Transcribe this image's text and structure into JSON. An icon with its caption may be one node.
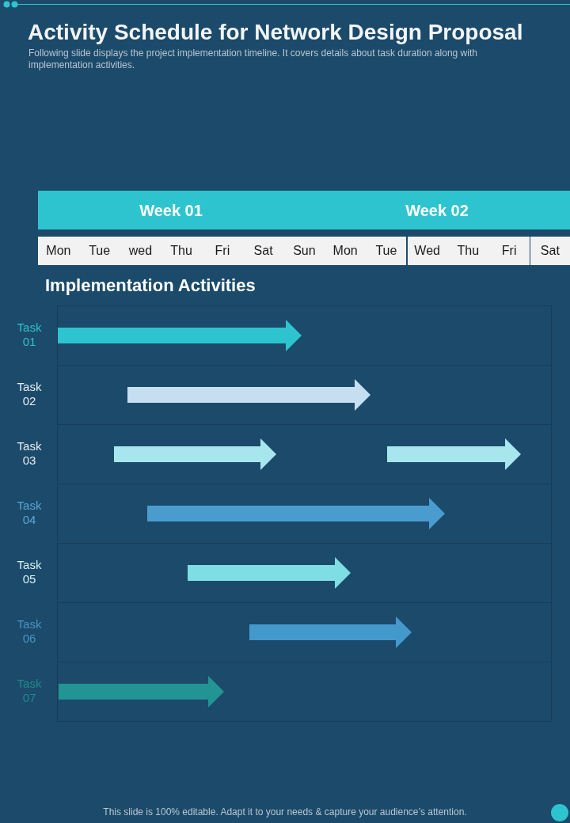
{
  "diagram": {
    "title": "Activity Schedule for Network Design Proposal",
    "labels": [
      "Following slide displays the project implementation timeline. It covers details about task duration along with implementation activities.",
      "Week 01",
      "Week 02",
      "Mon",
      "Tue",
      "wed",
      "Thu",
      "Fri",
      "Sat",
      "Sun",
      "Mon",
      "Tue",
      "Wed",
      "Thu",
      "Fri",
      "Sat",
      "Implementation Activities",
      "Task 01",
      "Task 02",
      "Task 03",
      "Task 04",
      "Task 05",
      "Task 06",
      "Task 07",
      "This slide is 100% editable. Adapt it to your needs & capture your audience’s attention."
    ]
  }
}
